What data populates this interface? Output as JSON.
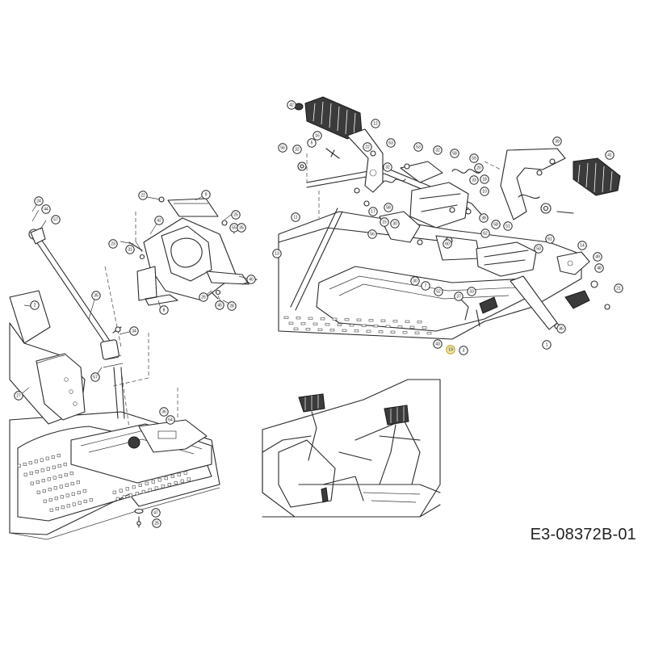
{
  "drawing_id": "E3-08372B-01",
  "callouts": [
    {
      "id": "c24",
      "label": "24",
      "highlight": false
    },
    {
      "id": "c44",
      "label": "44",
      "highlight": false
    },
    {
      "id": "c57a",
      "label": "57",
      "highlight": false
    },
    {
      "id": "c2",
      "label": "2",
      "highlight": false
    },
    {
      "id": "c35a",
      "label": "35",
      "highlight": false
    },
    {
      "id": "c27",
      "label": "27",
      "highlight": false
    },
    {
      "id": "c34",
      "label": "34",
      "highlight": false
    },
    {
      "id": "c57b",
      "label": "57",
      "highlight": false
    },
    {
      "id": "c36",
      "label": "36",
      "highlight": false
    },
    {
      "id": "c54",
      "label": "54",
      "highlight": false
    },
    {
      "id": "c47",
      "label": "47",
      "highlight": false
    },
    {
      "id": "c25a",
      "label": "25",
      "highlight": false
    },
    {
      "id": "c22a",
      "label": "22",
      "highlight": false
    },
    {
      "id": "c9",
      "label": "9",
      "highlight": false
    },
    {
      "id": "c42",
      "label": "42",
      "highlight": false
    },
    {
      "id": "c23",
      "label": "23",
      "highlight": false
    },
    {
      "id": "c25b",
      "label": "25",
      "highlight": false
    },
    {
      "id": "c31",
      "label": "31",
      "highlight": false
    },
    {
      "id": "c55",
      "label": "55",
      "highlight": false
    },
    {
      "id": "c35b",
      "label": "35",
      "highlight": false
    },
    {
      "id": "c45",
      "label": "45",
      "highlight": false
    },
    {
      "id": "c28",
      "label": "28",
      "highlight": false
    },
    {
      "id": "c26",
      "label": "26",
      "highlight": false
    },
    {
      "id": "c8",
      "label": "8",
      "highlight": false
    },
    {
      "id": "c40",
      "label": "40",
      "highlight": false
    },
    {
      "id": "c42b",
      "label": "42",
      "highlight": false
    },
    {
      "id": "c12",
      "label": "12",
      "highlight": false
    },
    {
      "id": "c16",
      "label": "16",
      "highlight": false
    },
    {
      "id": "c5",
      "label": "5",
      "highlight": false
    },
    {
      "id": "c53",
      "label": "53",
      "highlight": false
    },
    {
      "id": "c32a",
      "label": "32",
      "highlight": false
    },
    {
      "id": "c58a",
      "label": "58",
      "highlight": false
    },
    {
      "id": "c22b",
      "label": "22",
      "highlight": false
    },
    {
      "id": "c63",
      "label": "63",
      "highlight": false
    },
    {
      "id": "c32b",
      "label": "32",
      "highlight": false
    },
    {
      "id": "c56",
      "label": "56",
      "highlight": false
    },
    {
      "id": "c32c",
      "label": "32",
      "highlight": false
    },
    {
      "id": "c20",
      "label": "20",
      "highlight": false
    },
    {
      "id": "c59",
      "label": "59",
      "highlight": false
    },
    {
      "id": "c10",
      "label": "10",
      "highlight": false
    },
    {
      "id": "c18",
      "label": "18",
      "highlight": false
    },
    {
      "id": "c33",
      "label": "33",
      "highlight": false
    },
    {
      "id": "c41",
      "label": "41",
      "highlight": false
    },
    {
      "id": "c39",
      "label": "39",
      "highlight": false
    },
    {
      "id": "c11",
      "label": "11",
      "highlight": false
    },
    {
      "id": "c17",
      "label": "17",
      "highlight": false
    },
    {
      "id": "c15",
      "label": "15",
      "highlight": false
    },
    {
      "id": "c56b",
      "label": "56",
      "highlight": false
    },
    {
      "id": "c13",
      "label": "13",
      "highlight": false
    },
    {
      "id": "c58b",
      "label": "58",
      "highlight": false
    },
    {
      "id": "c51",
      "label": "51",
      "highlight": false
    },
    {
      "id": "c30",
      "label": "30",
      "highlight": false
    },
    {
      "id": "c38",
      "label": "38",
      "highlight": false
    },
    {
      "id": "c7",
      "label": "7",
      "highlight": false
    },
    {
      "id": "c60",
      "label": "60",
      "highlight": false
    },
    {
      "id": "c52",
      "label": "52",
      "highlight": false
    },
    {
      "id": "c30b",
      "label": "30",
      "highlight": false
    },
    {
      "id": "c33b",
      "label": "33",
      "highlight": false
    },
    {
      "id": "c62",
      "label": "62",
      "highlight": false
    },
    {
      "id": "c58c",
      "label": "58",
      "highlight": false
    },
    {
      "id": "c14",
      "label": "14",
      "highlight": false
    },
    {
      "id": "c49",
      "label": "49",
      "highlight": false
    },
    {
      "id": "c61",
      "label": "61",
      "highlight": false
    },
    {
      "id": "c50",
      "label": "50",
      "highlight": false
    },
    {
      "id": "c21",
      "label": "21",
      "highlight": false
    },
    {
      "id": "c48",
      "label": "48",
      "highlight": false
    },
    {
      "id": "c1",
      "label": "1",
      "highlight": false
    },
    {
      "id": "c37",
      "label": "37",
      "highlight": false
    },
    {
      "id": "c19",
      "label": "19",
      "highlight": true
    },
    {
      "id": "c46",
      "label": "46",
      "highlight": false
    },
    {
      "id": "c3",
      "label": "3",
      "highlight": false
    },
    {
      "id": "c43",
      "label": "43",
      "highlight": false
    }
  ]
}
